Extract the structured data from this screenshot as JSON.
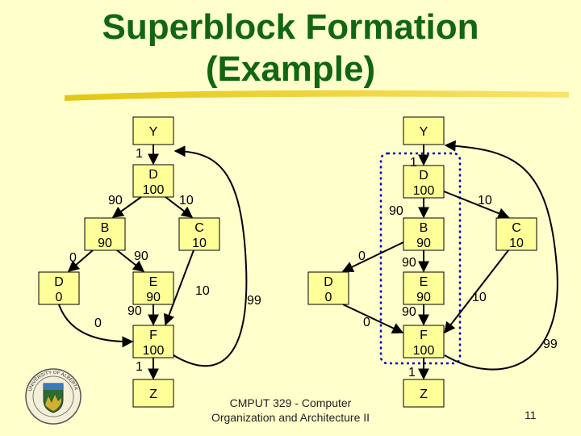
{
  "title": {
    "line1": "Superblock Formation",
    "line2": "(Example)"
  },
  "left_graph": {
    "nodes": {
      "Y": "Y",
      "D": [
        "D",
        "100"
      ],
      "B": [
        "B",
        "90"
      ],
      "C": [
        "C",
        "10"
      ],
      "D0": [
        "D",
        "0"
      ],
      "E": [
        "E",
        "90"
      ],
      "F": [
        "F",
        "100"
      ],
      "Z": "Z"
    },
    "edges": {
      "y_d": "1",
      "d_b": "90",
      "d_c": "10",
      "b_d0": "0",
      "b_e": "90",
      "d0_f": "0",
      "c_f": "10",
      "e_f": "90",
      "f_z": "1",
      "f_y": "99"
    }
  },
  "right_graph": {
    "nodes": {
      "Y": "Y",
      "D": [
        "D",
        "100"
      ],
      "B": [
        "B",
        "90"
      ],
      "C": [
        "C",
        "10"
      ],
      "D0": [
        "D",
        "0"
      ],
      "E": [
        "E",
        "90"
      ],
      "F": [
        "F",
        "100"
      ],
      "Z": "Z"
    },
    "edges": {
      "y_d": "1",
      "d_b": "90",
      "d_c": "10",
      "b_d0": "0",
      "b_e": "90",
      "d0_f": "0",
      "c_f": "10",
      "e_f": "90",
      "f_z": "1",
      "f_y": "99"
    }
  },
  "footer": {
    "line1": "CMPUT 329 - Computer",
    "line2": "Organization and Architecture II",
    "page": "11"
  },
  "logo": {
    "text": "UNIVERSITY OF ALBERTA"
  },
  "colors": {
    "background": "#ffffcc",
    "node_fill": "#ffff99",
    "title": "#116611",
    "superblock_border": "#0000cc"
  }
}
